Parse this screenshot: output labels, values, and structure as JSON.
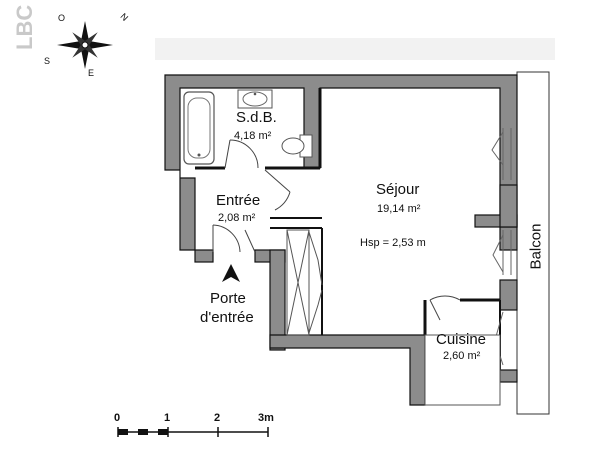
{
  "watermark": {
    "brand": "LBC"
  },
  "compass": {
    "n": "N",
    "s": "S",
    "e": "E",
    "o": "O"
  },
  "rooms": {
    "sdb": {
      "name": "S.d.B.",
      "area": "4,18 m²"
    },
    "entree": {
      "name": "Entrée",
      "area": "2,08 m²"
    },
    "sejour": {
      "name": "Séjour",
      "area": "19,14 m²",
      "hsp": "Hsp = 2,53 m"
    },
    "cuisine": {
      "name": "Cuisine",
      "area": "2,60 m²"
    },
    "balcon": {
      "name": "Balcon"
    }
  },
  "entrance": {
    "line1": "Porte",
    "line2": "d'entrée"
  },
  "scale": {
    "labels": [
      "0",
      "1",
      "2",
      "3m"
    ]
  },
  "colors": {
    "wall": "#8c8c8c",
    "wall_edge": "#111111",
    "fixture": "#6f6f6f"
  }
}
